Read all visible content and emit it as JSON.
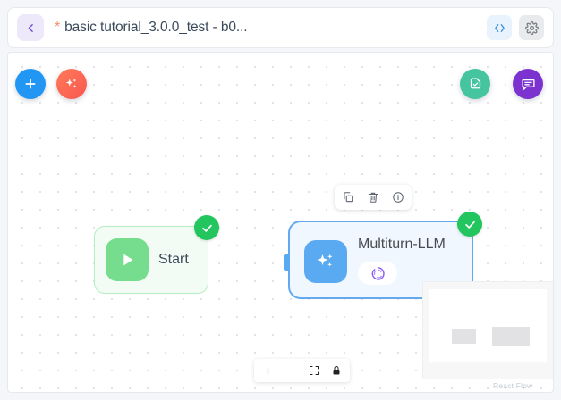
{
  "header": {
    "back_icon": "chevron-left-icon",
    "modified_marker": "*",
    "title": "basic tutorial_3.0.0_test - b0...",
    "code_icon": "code-brackets-icon",
    "settings_icon": "gear-icon",
    "accent_modified": "#f58a6b",
    "code_button_bg": "#e8f3fe",
    "gear_button_bg": "#e9eaec"
  },
  "canvas_toolbar": {
    "add_label": "+",
    "add_icon": "plus-icon",
    "add_color": "#2196f3",
    "magic_icon": "sparkles-icon",
    "magic_color": "#f9574f",
    "doc_icon": "document-check-icon",
    "doc_color": "#45c4a0",
    "chat_icon": "chat-bubble-icon",
    "chat_color": "#7b32cf"
  },
  "node_toolbar": {
    "copy_icon": "copy-icon",
    "delete_icon": "trash-icon",
    "info_icon": "info-icon"
  },
  "nodes": [
    {
      "id": "start",
      "label": "Start",
      "icon": "play-icon",
      "icon_bg": "#76dd8e",
      "bg": "#f2fcf4",
      "border": "#b6ecc4",
      "status_icon": "check-circle-icon",
      "status_color": "#22c55e"
    },
    {
      "id": "multiturn-llm",
      "label": "Multiturn-LLM",
      "icon": "sparkles-icon",
      "icon_bg": "#5aaaf2",
      "bg": "#f0f7ff",
      "border": "#63a9f0",
      "model_badge_icon": "gemini-swirl-icon",
      "model_badge_color": "#8b5cf6",
      "status_icon": "check-circle-icon",
      "status_color": "#22c55e"
    }
  ],
  "edge": {
    "from": "start",
    "to": "multiturn-llm",
    "color_start": "#76dd8e",
    "color_end": "#5aaaf2"
  },
  "controls": {
    "zoom_in_icon": "plus-icon",
    "zoom_out_icon": "minus-icon",
    "fit_view_icon": "fit-view-icon",
    "lock_icon": "lock-icon"
  },
  "minimap": {
    "attribution": "React Flow",
    "node_count": 2
  }
}
